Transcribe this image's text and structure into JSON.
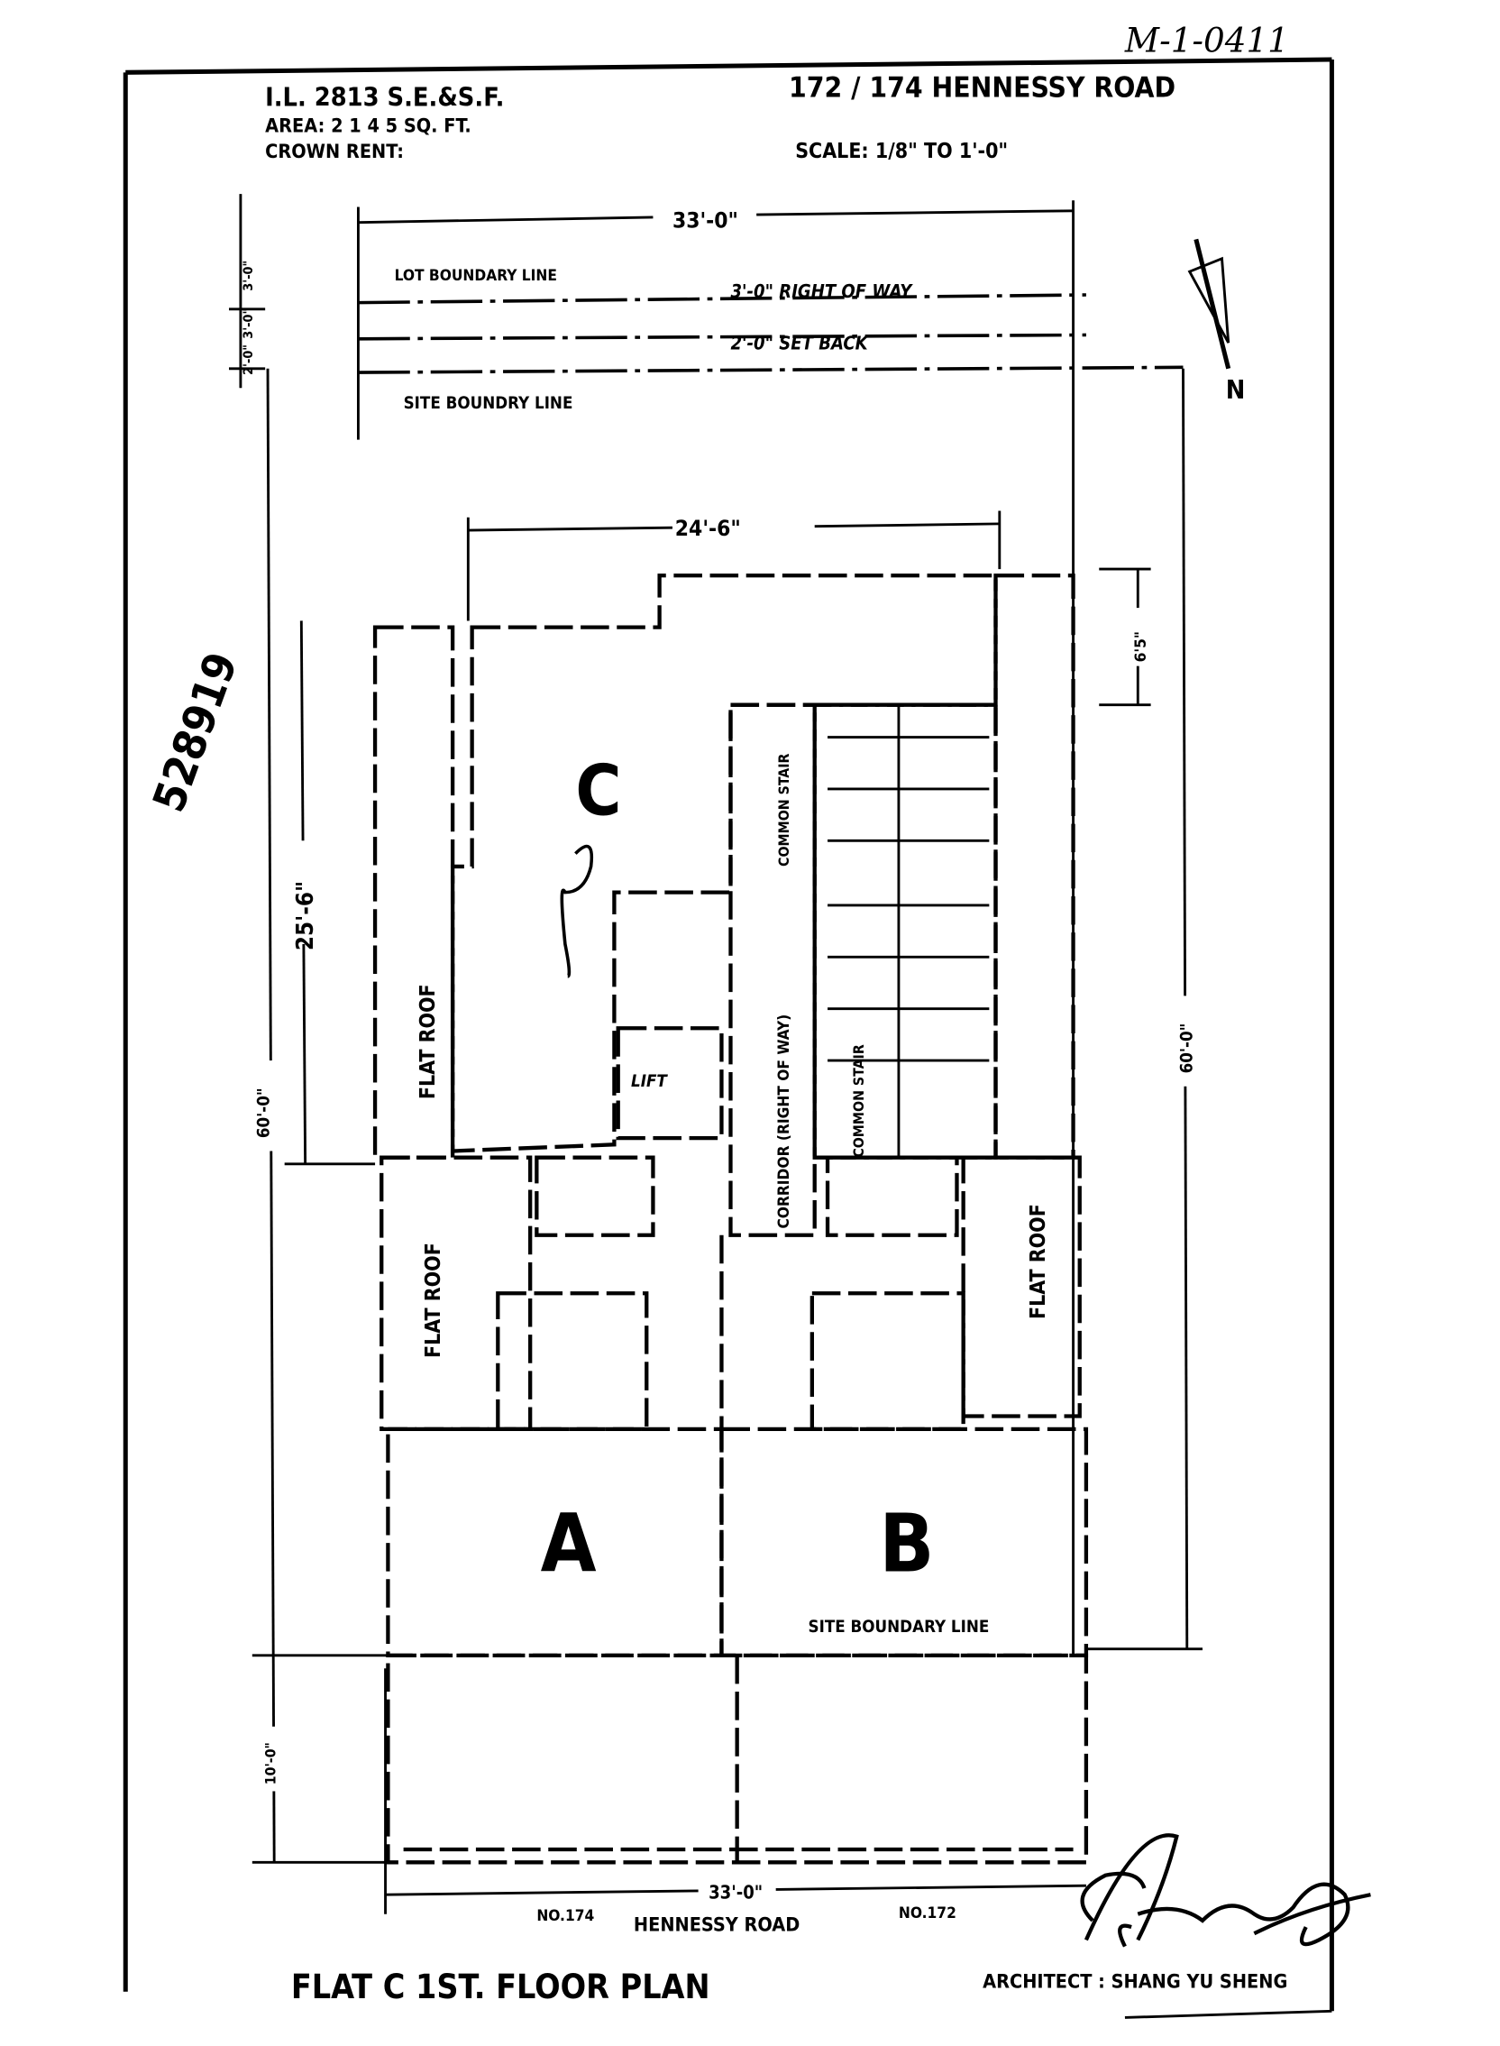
{
  "header": {
    "lot": "I.L. 2813  S.E.&S.F.",
    "area": "AREA:  2 1 4 5   SQ. FT.",
    "crown_rent": "CROWN RENT:",
    "address": "172 / 174 HENNESSY ROAD",
    "scale": "SCALE:  1/8\"  TO  1'-0\"",
    "handwritten_ref": "M-1-0411"
  },
  "side_number": "528919",
  "dimensions": {
    "top_width": "33'-0\"",
    "bottom_width": "33'-0\"",
    "inner_width": "24'-6\"",
    "top_right_depth": "6'5\"",
    "flat_c_depth": "25'-6\"",
    "left_depth": "60'-0\"",
    "right_depth": "60'-0\"",
    "front_depth": "10'-0\"",
    "small_stack": [
      "2'-0\"",
      "3'-0\"",
      "3'-0\""
    ]
  },
  "labels": {
    "lot_boundary": "LOT BOUNDARY LINE",
    "right_of_way": "3'-0\" RIGHT OF WAY",
    "set_back": "2'-0\" SET BACK",
    "site_boundary_top": "SITE BOUNDRY LINE",
    "site_boundary_bottom": "SITE BOUNDARY LINE",
    "north": "N",
    "flat_roof": "FLAT ROOF",
    "common_stair": "COMMON STAIR",
    "corridor": "CORRIDOR (RIGHT OF WAY)",
    "lift": "LIFT",
    "unit_a": "A",
    "unit_b": "B",
    "unit_c": "C",
    "no_174": "NO.174",
    "street": "HENNESSY  ROAD",
    "no_172": "NO.172"
  },
  "footer": {
    "title": "FLAT C   1ST. FLOOR PLAN",
    "architect": "ARCHITECT : SHANG YU SHENG"
  },
  "signature": "signature"
}
